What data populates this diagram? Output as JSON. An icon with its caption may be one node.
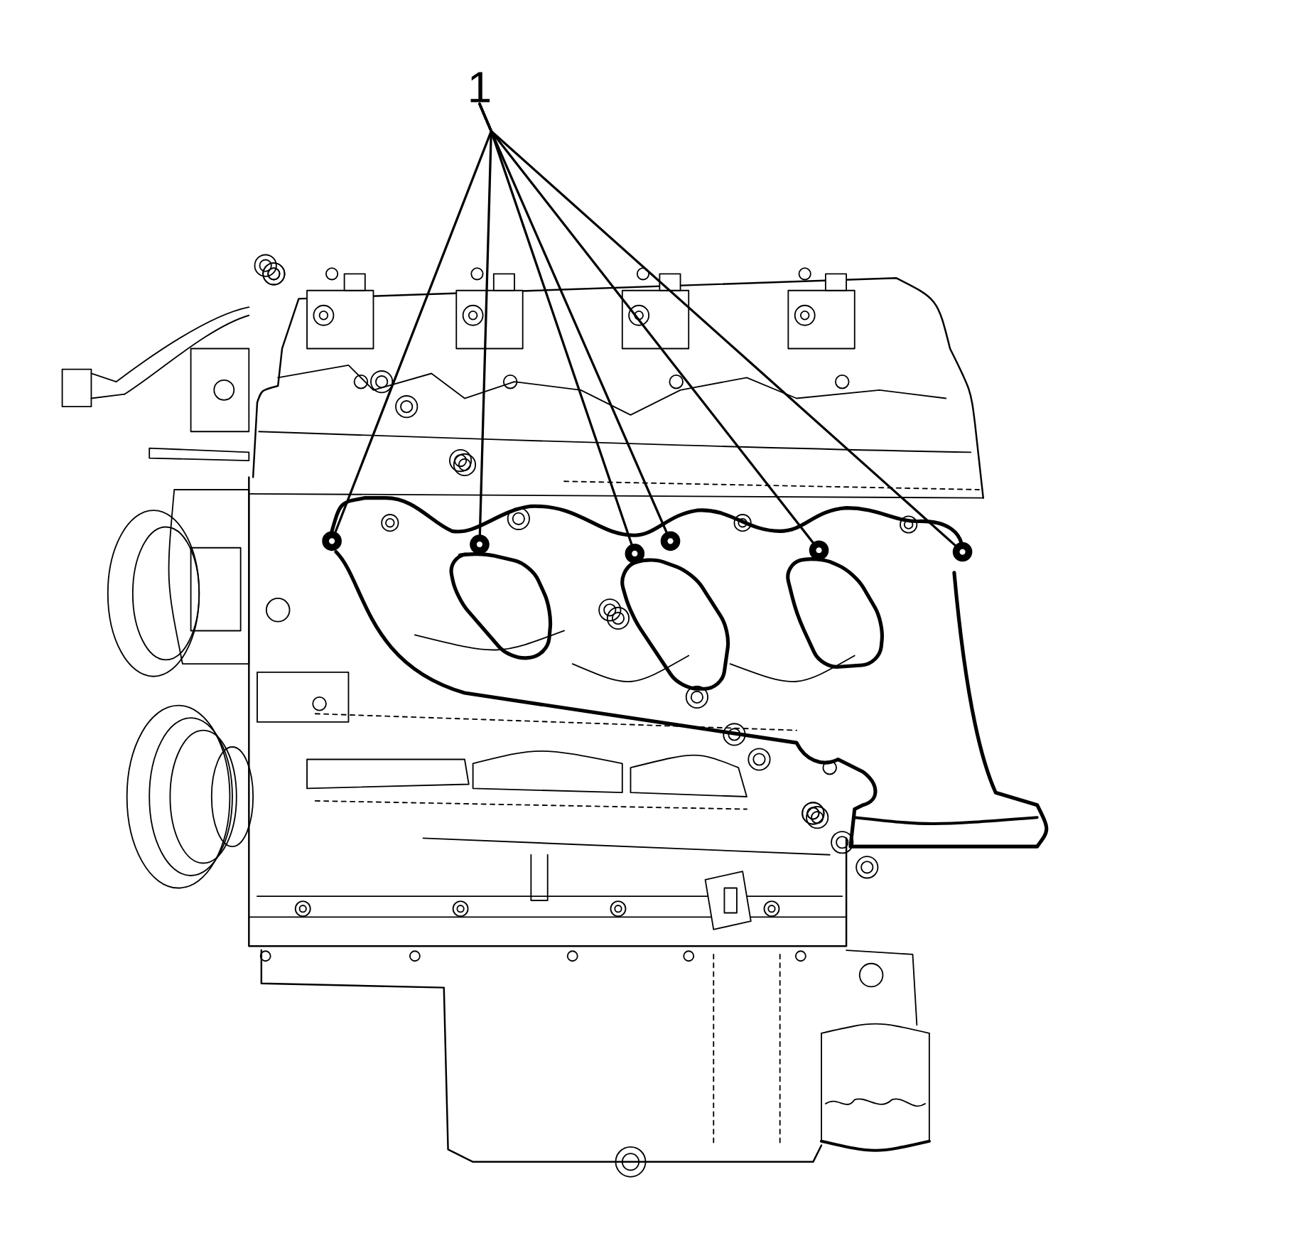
{
  "diagram": {
    "nodes": [
      {
        "text": [
          "1"
        ]
      },
      {
        "text": [],
        "shape": "circle"
      },
      {
        "text": [],
        "shape": "circle"
      },
      {
        "text": [],
        "shape": "circle"
      },
      {
        "text": [],
        "shape": "circle"
      },
      {
        "text": [],
        "shape": "circle"
      },
      {
        "text": [],
        "shape": "circle"
      }
    ],
    "edges": [
      {
        "from": 0,
        "to": 1,
        "arrow": "none"
      },
      {
        "from": 0,
        "to": 2,
        "arrow": "none"
      },
      {
        "from": 0,
        "to": 3,
        "arrow": "none"
      },
      {
        "from": 0,
        "to": 4,
        "arrow": "none"
      },
      {
        "from": 0,
        "to": 5,
        "arrow": "none"
      },
      {
        "from": 0,
        "to": 6,
        "arrow": "none"
      }
    ]
  }
}
